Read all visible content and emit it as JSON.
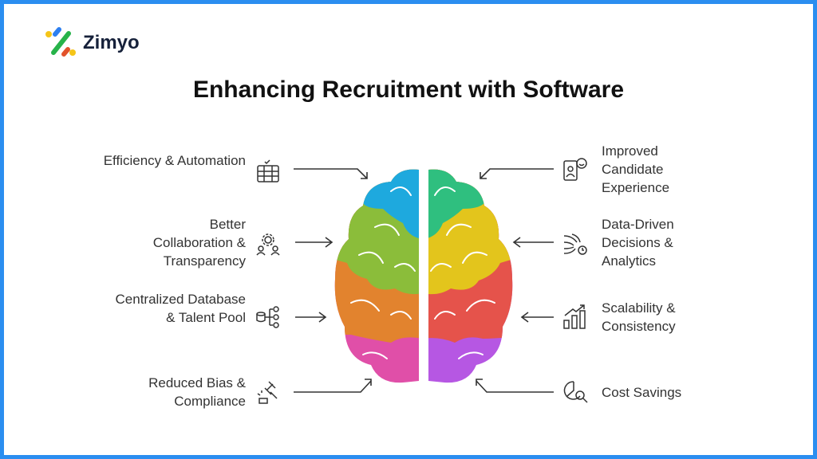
{
  "brand": {
    "name": "Zimyo"
  },
  "title": "Enhancing Recruitment with Software",
  "left_items": [
    {
      "label": "Efficiency & Automation",
      "icon": "server-check-icon"
    },
    {
      "label": "Better Collaboration & Transparency",
      "icon": "team-gear-icon"
    },
    {
      "label": "Centralized Database & Talent Pool",
      "icon": "database-network-icon"
    },
    {
      "label": "Reduced Bias & Compliance",
      "icon": "gavel-icon"
    }
  ],
  "right_items": [
    {
      "label": "Improved Candidate Experience",
      "icon": "candidate-smile-icon"
    },
    {
      "label": "Data-Driven Decisions & Analytics",
      "icon": "analytics-clock-icon"
    },
    {
      "label": "Scalability & Consistency",
      "icon": "growth-chart-icon"
    },
    {
      "label": "Cost Savings",
      "icon": "pie-search-icon"
    }
  ],
  "colors": {
    "frame": "#2b8ef0",
    "blue": "#1ea9de",
    "green": "#8bbd3a",
    "orange": "#e2832e",
    "pink": "#e04fa8",
    "teal": "#2fbf7f",
    "yellow": "#e3c51c",
    "red": "#e5534b",
    "purple": "#b657e3"
  }
}
